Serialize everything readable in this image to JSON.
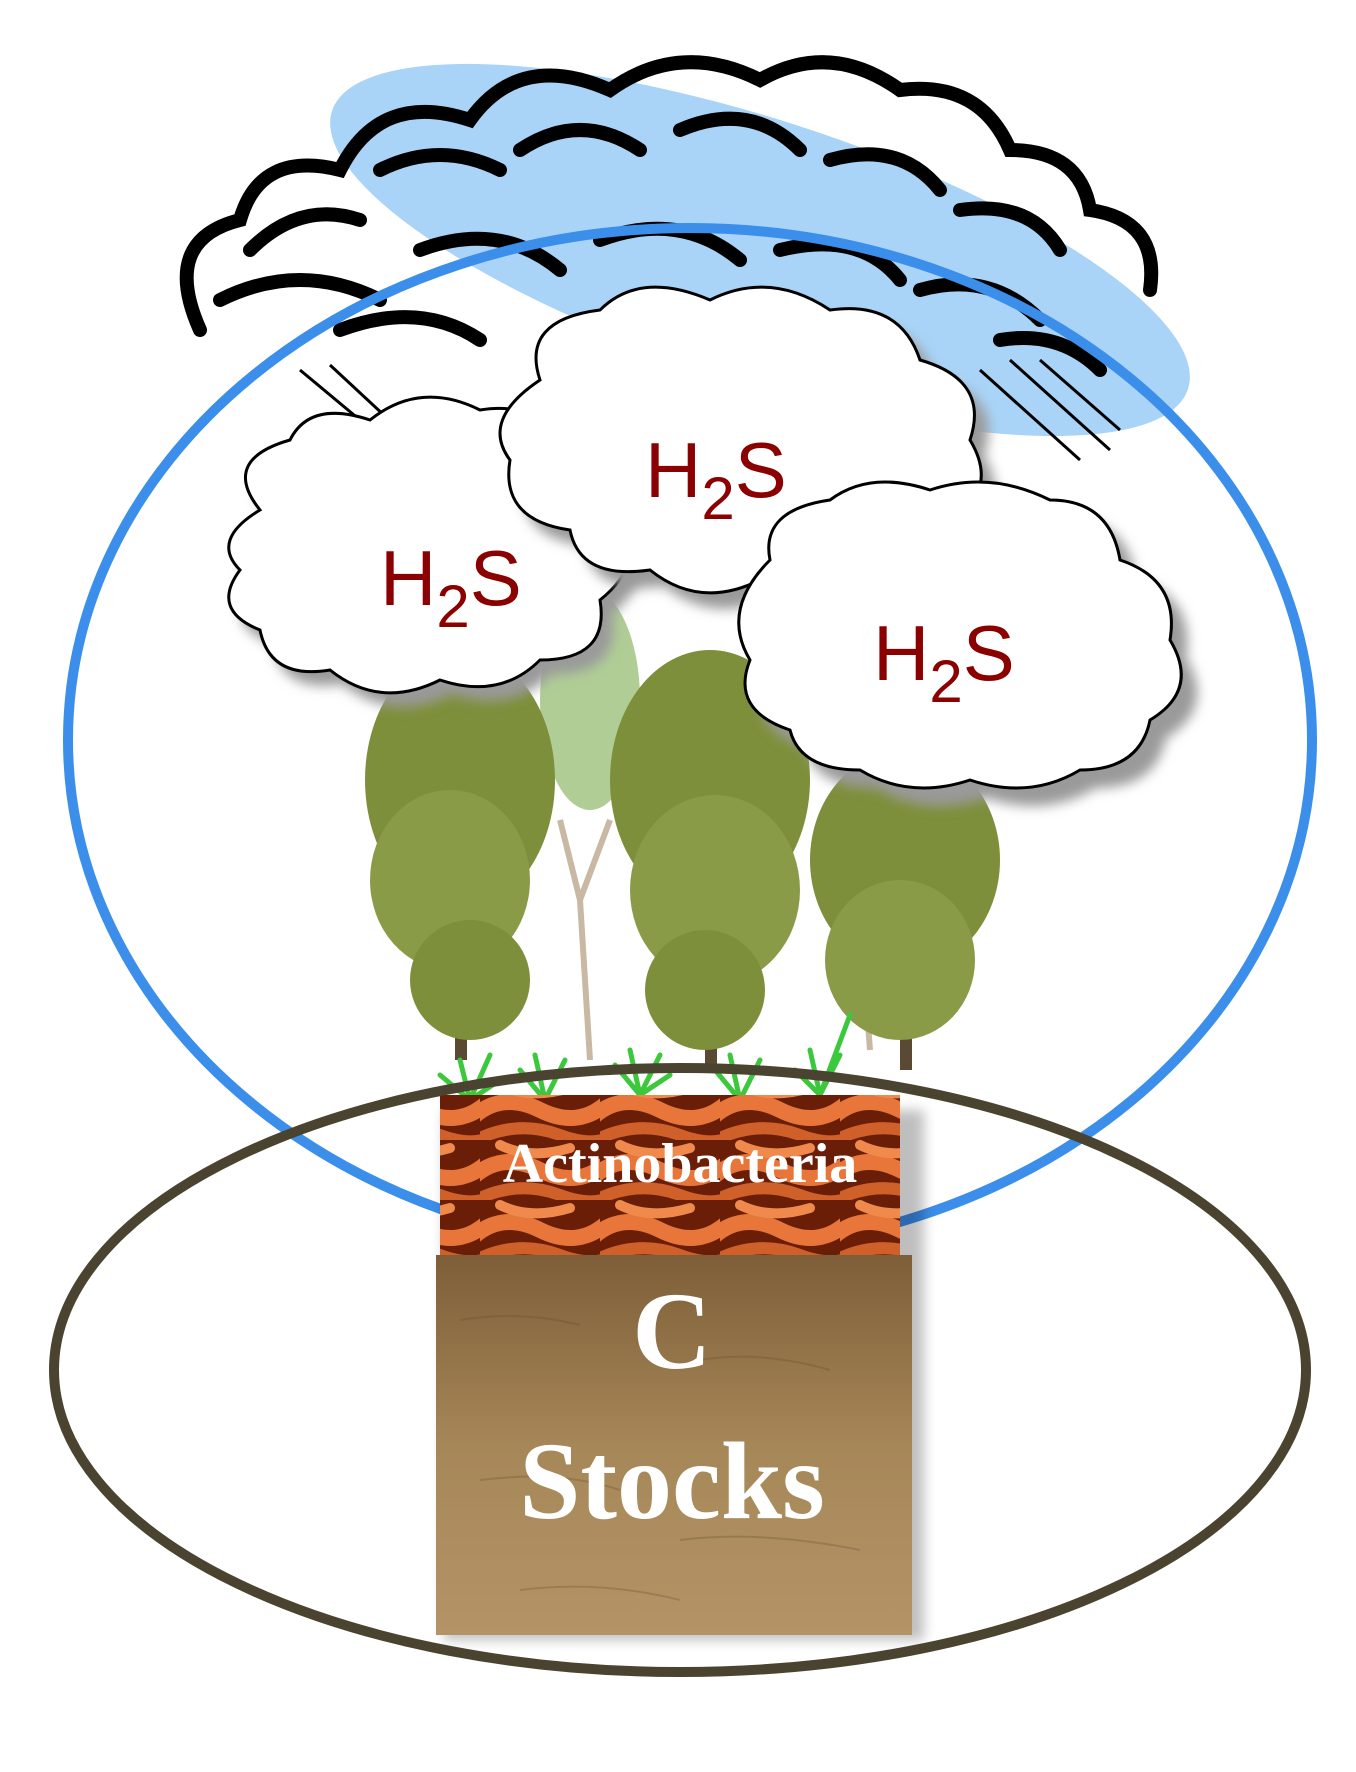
{
  "colors": {
    "rain_cloud_fill": "#a9d4f7",
    "rain_cloud_outline": "#000000",
    "gas_cloud_fill": "#ffffff",
    "gas_cloud_shadow": "#9a9a9a",
    "h2s_text": "#8b0000",
    "atmosphere_ellipse": "#3b8eea",
    "soil_ellipse": "#4a4330",
    "tree_foliage": "#7d8f3a",
    "tree_trunk": "#5a4a34",
    "grass": "#3cc83c",
    "bacteria_band": "#c8541a",
    "soil_block": "#9a7a4e",
    "label_text": "#ffffff"
  },
  "gas_clouds": [
    {
      "main": "H",
      "sub": "2",
      "tail": "S"
    },
    {
      "main": "H",
      "sub": "2",
      "tail": "S"
    },
    {
      "main": "H",
      "sub": "2",
      "tail": "S"
    }
  ],
  "microbe_label": "Actinobacteria",
  "soil_label": {
    "line1": "C",
    "line2": "Stocks"
  },
  "icons": {
    "rain_cloud": "rain-cloud-icon",
    "trees": "tree-icon",
    "grass": "grass-icon"
  }
}
